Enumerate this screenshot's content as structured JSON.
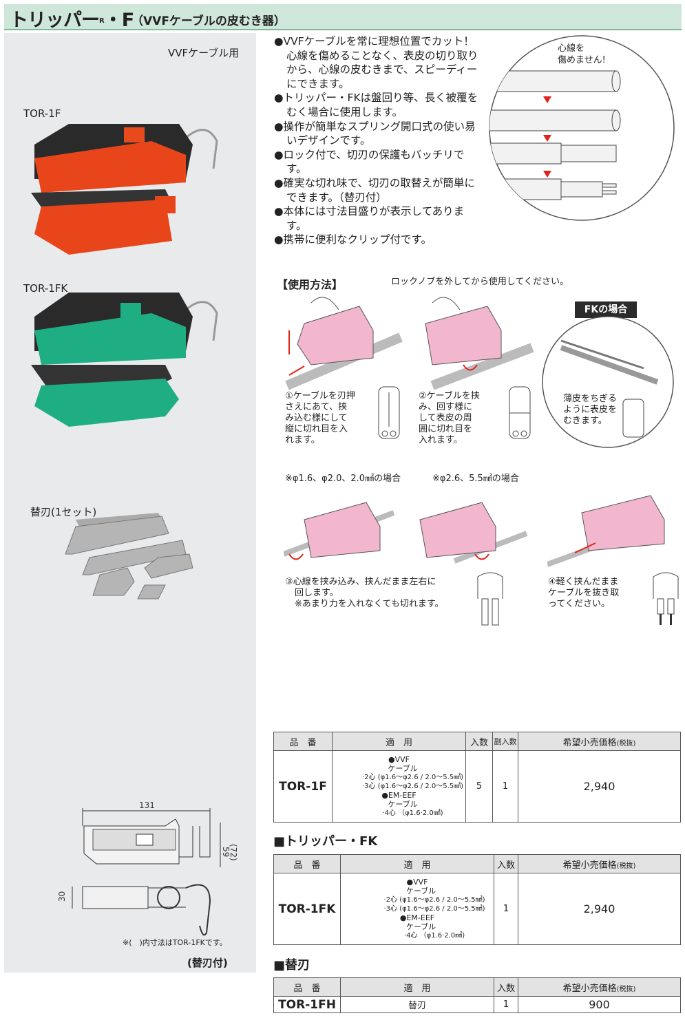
{
  "header": {
    "title": "トリッパー",
    "reg": "R",
    "suffix": "・F",
    "subtitle": "（VVFケーブルの皮むき器）"
  },
  "left": {
    "usage": "VVFケーブル用",
    "model1": "TOR-1F",
    "model2": "TOR-1FK",
    "blades": "替刃(1セット)",
    "note": "※(　)内寸法はTOR-1FKです。",
    "blade_incl": "(替刃付)",
    "dim_w": "131",
    "dim_h": "59",
    "dim_h2": "(72)",
    "dim_d": "30"
  },
  "bullets": [
    "VVFケーブルを常に理想位置でカット！心線を傷めることなく、表皮の切り取りから、心線の皮むきまで、スピーディーにできます。",
    "トリッパー・FKは盤回り等、長く被覆をむく場合に使用します。",
    "操作が簡単なスプリング開口式の使い易いデザインです。",
    "ロック付で、切刃の保護もバッチリです。",
    "確実な切れ味で、切刃の取替えが簡単にできます。（替刃付）",
    "本体には寸法目盛りが表示してあります。",
    "携帯に便利なクリップ付です。"
  ],
  "circle": {
    "label1": "心線を",
    "label2": "傷めません!"
  },
  "usage": {
    "title": "【使用方法】",
    "lock_note": "ロックノブを外してから使用してください。",
    "fk_label": "FKの場合",
    "step1": [
      "①ケーブルを刃押",
      "さえにあて、挟",
      "み込む様にして",
      "縦に切れ目を入",
      "れます。"
    ],
    "step2": [
      "②ケーブルを挟",
      "み、回す様に",
      "して表皮の周",
      "囲に切れ目を",
      "入れます。"
    ],
    "fk_text": [
      "薄皮をちぎる",
      "ように表皮を",
      "むきます。"
    ],
    "case1": "※φ1.6、φ2.0、2.0㎟の場合",
    "case2": "※φ2.6、5.5㎟の場合",
    "step3": [
      "③心線を挟み込み、挟んだまま左右に",
      "回します。",
      "※あまり力を入れなくても切れます。"
    ],
    "step4": [
      "④軽く挟んだまま",
      "ケーブルを抜き取",
      "ってください。"
    ]
  },
  "tables": {
    "headers": {
      "pn": "品　番",
      "app": "適　用",
      "qty": "入数",
      "sub": "副入数",
      "price": "希望小売価格",
      "tax": "(税抜)"
    },
    "t1": {
      "pn": "TOR-1F",
      "vvf": "●VVF\n　ケーブル",
      "r1": "·2心 (φ1.6〜φ2.6 / 2.0〜5.5㎟)",
      "r2": "·3心 (φ1.6〜φ2.6 / 2.0〜5.5㎟)",
      "eef": "●EM-EEF\n　ケーブル",
      "r3": "·4心 （φ1.6·2.0㎟)",
      "qty": "5",
      "sub": "1",
      "price": "2,940"
    },
    "sec2": "■トリッパー・FK",
    "t2": {
      "pn": "TOR-1FK",
      "vvf": "●VVF\n　ケーブル",
      "r1": "·2心 (φ1.6〜φ2.6 / 2.0〜5.5㎟)",
      "r2": "·3心 (φ1.6〜φ2.6 / 2.0〜5.5㎟)",
      "eef": "●EM-EEF\n　ケーブル",
      "r3": "·4心 （φ1.6·2.0㎟)",
      "qty": "1",
      "price": "2,940"
    },
    "sec3": "■替刃",
    "t3": {
      "pn": "TOR-1FH",
      "app": "替刃",
      "qty": "1",
      "price": "900"
    }
  }
}
